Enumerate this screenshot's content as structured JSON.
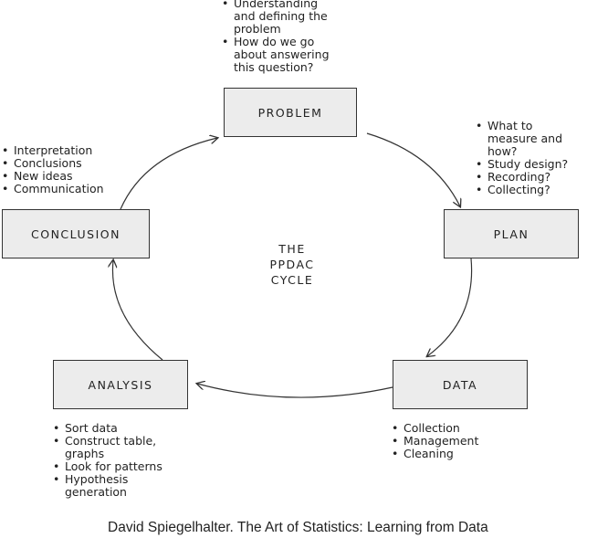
{
  "cycle": {
    "center_title": "THE\nPPDAC\nCYCLE",
    "stages": {
      "problem": {
        "label": "PROBLEM",
        "notes": [
          "Understanding and defining the problem",
          "How do we go about answering this question?"
        ]
      },
      "plan": {
        "label": "PLAN",
        "notes": [
          "What to measure and how?",
          "Study design?",
          "Recording?",
          "Collecting?"
        ]
      },
      "data": {
        "label": "DATA",
        "notes": [
          "Collection",
          "Management",
          "Cleaning"
        ]
      },
      "analysis": {
        "label": "ANALYSIS",
        "notes": [
          "Sort data",
          "Construct table, graphs",
          "Look for patterns",
          "Hypothesis generation"
        ]
      },
      "conclusion": {
        "label": "CONCLUSION",
        "notes": [
          "Interpretation",
          "Conclusions",
          "New ideas",
          "Communication"
        ]
      }
    }
  },
  "caption": "David Spiegelhalter. The Art of Statistics: Learning from Data",
  "colors": {
    "box_fill": "#ececec",
    "stroke": "#333333",
    "text": "#222222"
  }
}
